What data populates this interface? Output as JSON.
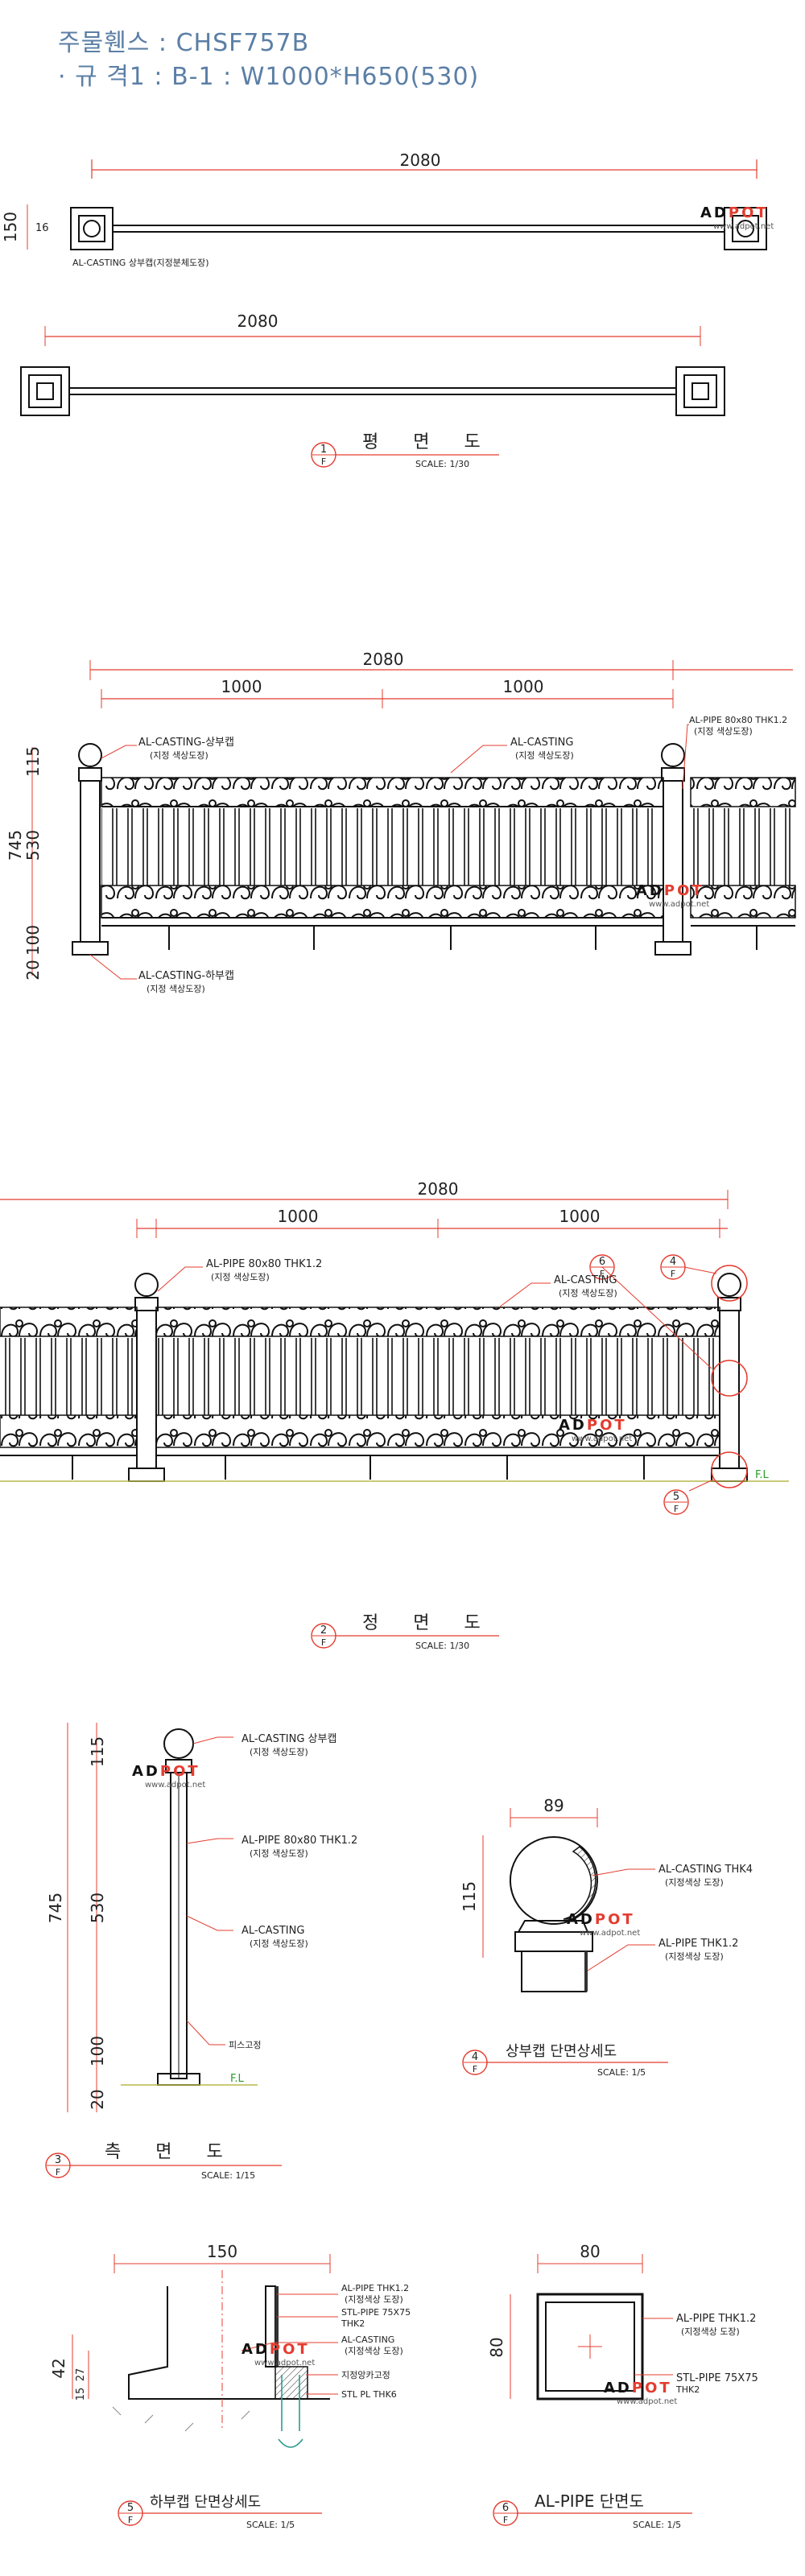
{
  "header": {
    "line1": "주물휀스 : CHSF757B",
    "line2": "· 규 격1 : B-1 : W1000*H650(530)"
  },
  "watermark": {
    "brand_prefix": "AD",
    "brand_suffix": "POT",
    "url": "www.adpot.net"
  },
  "plan": {
    "dim_total": "2080",
    "dim_150": "150",
    "dim_16": "16",
    "label_top_cap": "AL-CASTING 상부캡(지정분체도장)",
    "title": "평 면 도",
    "num": "1",
    "sheet": "F",
    "scale": "SCALE: 1/30"
  },
  "elevation": {
    "dim_total": "2080",
    "dim_1000a": "1000",
    "dim_1000b": "1000",
    "dim_745": "745",
    "dim_115": "115",
    "dim_530": "530",
    "dim_100": "100",
    "dim_20": "20",
    "label_top_cap": "AL-CASTING-상부캡",
    "label_top_cap_sub": "(지정 색상도장)",
    "label_casting": "AL-CASTING",
    "label_casting_sub": "(지정 색상도장)",
    "label_pipe": "AL-PIPE 80x80 THK1.2",
    "label_pipe_sub": "(지정 색상도장)",
    "label_bottom_cap": "AL-CASTING-하부캡",
    "label_bottom_cap_sub": "(지정 색상도장)"
  },
  "front": {
    "dim_total": "2080",
    "dim_1000a": "1000",
    "dim_1000b": "1000",
    "label_pipe": "AL-PIPE 80x80 THK1.2",
    "label_pipe_sub": "(지정 색상도장)",
    "label_casting": "AL-CASTING",
    "label_casting_sub": "(지정 색상도장)",
    "callout_6": "6",
    "callout_4": "4",
    "callout_5": "5",
    "sheet": "F",
    "fl": "F.L",
    "title": "정 면 도",
    "num": "2",
    "scale": "SCALE: 1/30"
  },
  "side": {
    "dim_745": "745",
    "dim_115": "115",
    "dim_530": "530",
    "dim_100": "100",
    "dim_20": "20",
    "label_top_cap": "AL-CASTING 상부캡",
    "label_top_cap_sub": "(지정 색상도장)",
    "label_pipe": "AL-PIPE 80x80 THK1.2",
    "label_pipe_sub": "(지정 색상도장)",
    "label_casting": "AL-CASTING",
    "label_casting_sub": "(지정 색상도장)",
    "label_screw": "피스고정",
    "fl": "F.L",
    "title": "측 면 도",
    "num": "3",
    "sheet": "F",
    "scale": "SCALE: 1/15"
  },
  "topcap": {
    "dim_89": "89",
    "dim_115": "115",
    "label_casting": "AL-CASTING THK4",
    "label_casting_sub": "(지정색상 도장)",
    "label_pipe": "AL-PIPE THK1.2",
    "label_pipe_sub": "(지정색상 도장)",
    "title": "상부캡 단면상세도",
    "num": "4",
    "sheet": "F",
    "scale": "SCALE: 1/5"
  },
  "bottomcap": {
    "dim_150": "150",
    "dim_42": "42",
    "dim_27": "27",
    "dim_15": "15",
    "label_pipe": "AL-PIPE THK1.2",
    "label_pipe_sub": "(지정색상 도장)",
    "label_stl": "STL-PIPE 75X75",
    "label_stl_sub": "THK2",
    "label_casting": "AL-CASTING",
    "label_casting_sub": "(지정색상 도장)",
    "label_anchor": "지정앙카고정",
    "label_plate": "STL PL THK6",
    "title": "하부캡 단면상세도",
    "num": "5",
    "sheet": "F",
    "scale": "SCALE: 1/5"
  },
  "pipesection": {
    "dim_80a": "80",
    "dim_80b": "80",
    "label_pipe": "AL-PIPE THK1.2",
    "label_pipe_sub": "(지정색상 도장)",
    "label_stl": "STL-PIPE 75X75",
    "label_stl_sub": "THK2",
    "title": "AL-PIPE 단면도",
    "num": "6",
    "sheet": "F",
    "scale": "SCALE: 1/5"
  }
}
